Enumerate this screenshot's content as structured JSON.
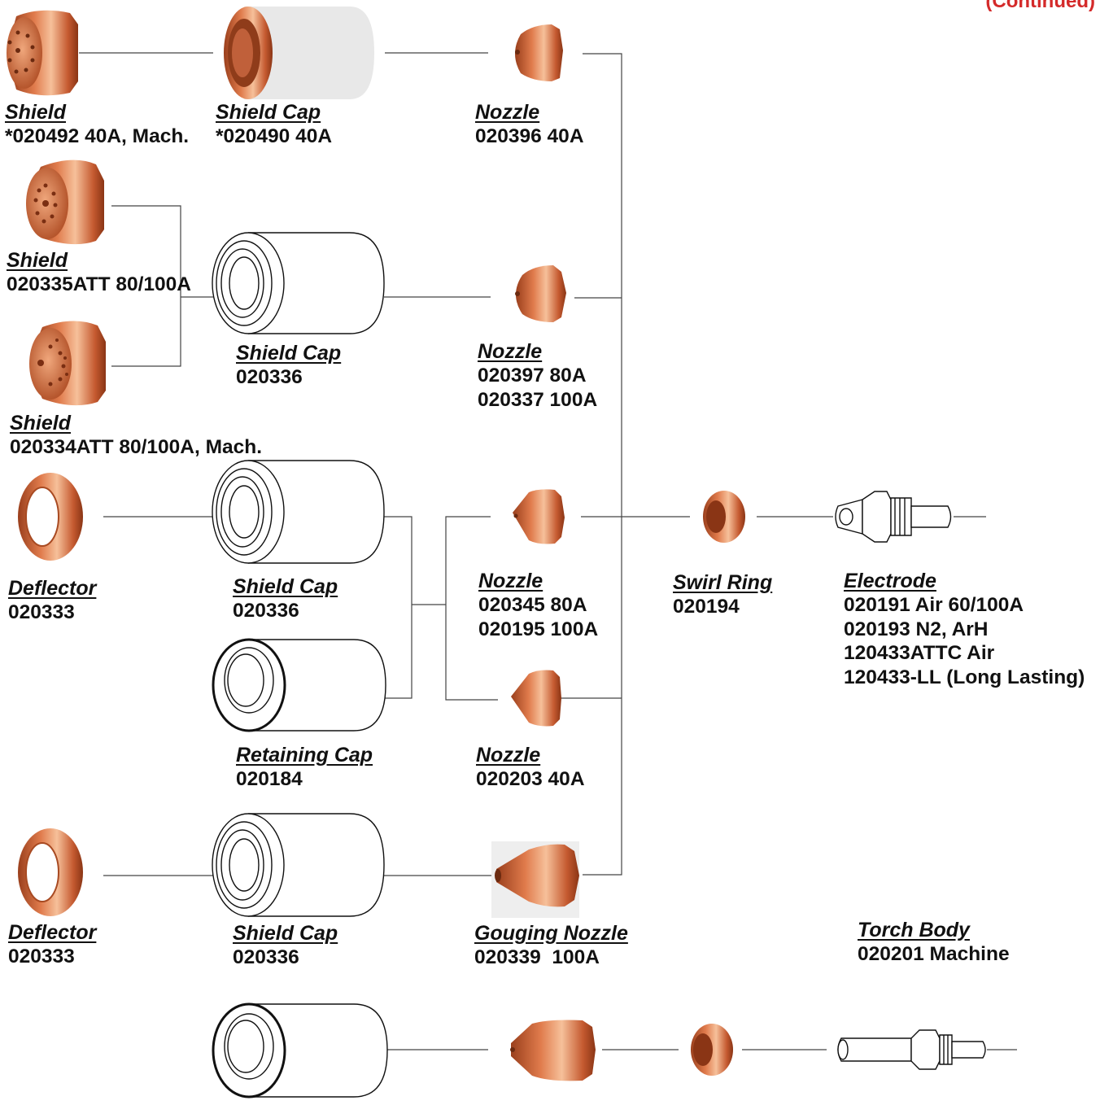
{
  "corner_fragment": "(Continued)",
  "colors": {
    "copper": "#c8623a",
    "copper_light": "#f2b58e",
    "line": "#444444",
    "cap_white": "#e9e9e9"
  },
  "labels": {
    "shield_1": {
      "title": "Shield",
      "lines": [
        "*020492 40A, Mach."
      ]
    },
    "shield_cap_1": {
      "title": "Shield Cap",
      "lines": [
        "*020490 40A"
      ]
    },
    "nozzle_1": {
      "title": "Nozzle",
      "lines": [
        "020396 40A"
      ]
    },
    "shield_2": {
      "title": "Shield",
      "lines": [
        "020335ATT 80/100A"
      ]
    },
    "shield_cap_2": {
      "title": "Shield Cap",
      "lines": [
        "020336"
      ]
    },
    "nozzle_2": {
      "title": "Nozzle",
      "lines": [
        "020397 80A",
        "020337 100A"
      ]
    },
    "shield_3": {
      "title": "Shield ",
      "lines": [
        "020334ATT 80/100A, Mach."
      ]
    },
    "deflector_1": {
      "title": "Deflector",
      "lines": [
        "020333"
      ]
    },
    "shield_cap_3": {
      "title": "Shield Cap",
      "lines": [
        "020336"
      ]
    },
    "nozzle_3": {
      "title": "Nozzle",
      "lines": [
        "020345 80A",
        "020195 100A"
      ]
    },
    "swirl_ring": {
      "title": "Swirl Ring",
      "lines": [
        "020194"
      ]
    },
    "electrode": {
      "title": "Electrode",
      "lines": [
        "020191 Air 60/100A",
        "020193 N2, ArH",
        "120433ATTC Air",
        "120433-LL (Long Lasting)"
      ]
    },
    "retaining_cap": {
      "title": "Retaining Cap",
      "lines": [
        "020184"
      ]
    },
    "nozzle_4": {
      "title": "Nozzle",
      "lines": [
        "020203 40A"
      ]
    },
    "deflector_2": {
      "title": "Deflector",
      "lines": [
        "020333"
      ]
    },
    "shield_cap_4": {
      "title": "Shield Cap",
      "lines": [
        "020336"
      ]
    },
    "gouging_nozzle": {
      "title": "Gouging Nozzle",
      "lines": [
        "020339  100A"
      ]
    },
    "torch_body": {
      "title": "Torch Body",
      "lines": [
        "020201 Machine"
      ]
    }
  }
}
